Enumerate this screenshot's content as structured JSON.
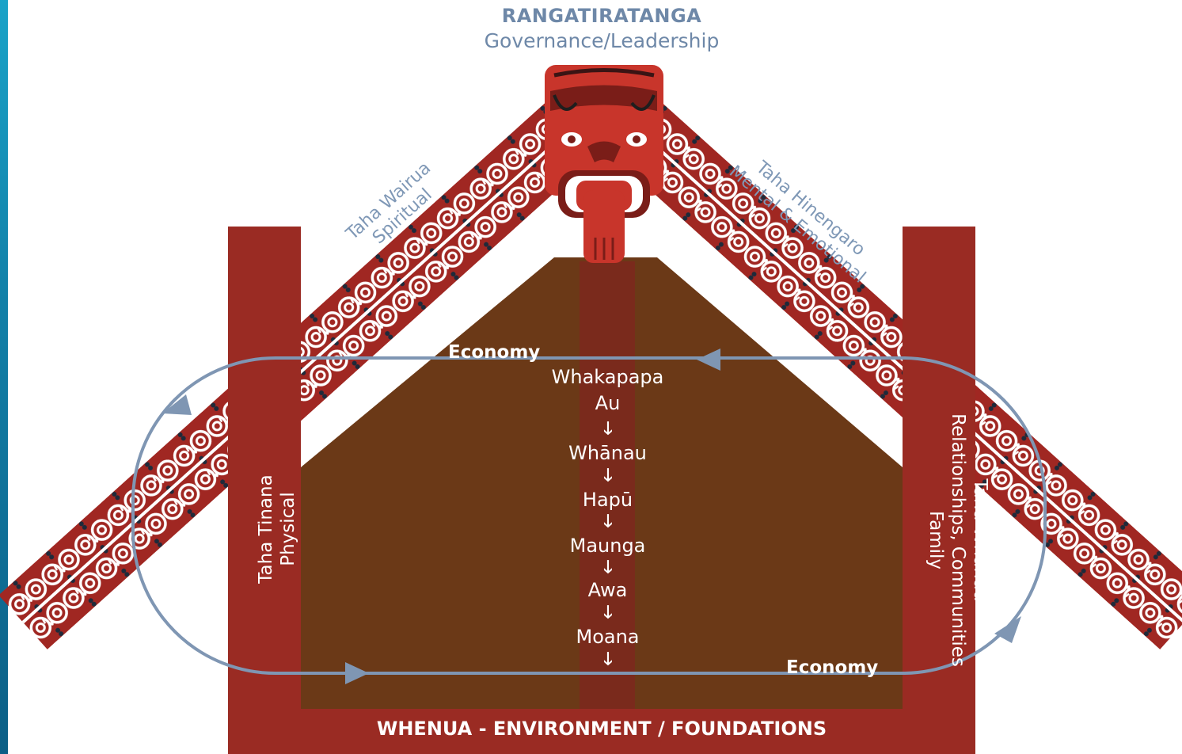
{
  "title": "RANGATIRATANGA",
  "subtitle": "Governance/Leadership",
  "roof_left": {
    "line1": "Taha Wairua",
    "line2": "Spiritual"
  },
  "roof_right": {
    "line1": "Taha Hinengaro",
    "line2": "Mental & Emotional"
  },
  "post_left": {
    "line1": "Taha Tinana",
    "line2": "Physical"
  },
  "post_right": {
    "line1": "Taha Whānau",
    "line2": "Relationships, Communities",
    "line3": "Family"
  },
  "economy_top": "Economy",
  "economy_bottom": "Economy",
  "whakapapa": {
    "heading": "Whakapapa",
    "items": [
      "Au",
      "Whānau",
      "Hapū",
      "Maunga",
      "Awa",
      "Moana"
    ],
    "arrow": "🡓"
  },
  "foundation": "WHENUA - ENVIRONMENT / FOUNDATIONS",
  "colors": {
    "red": "#a02722",
    "dark_red": "#8c2320",
    "brown": "#6b3917",
    "loop": "#7f96b3",
    "text_blue": "#6e88a8"
  }
}
